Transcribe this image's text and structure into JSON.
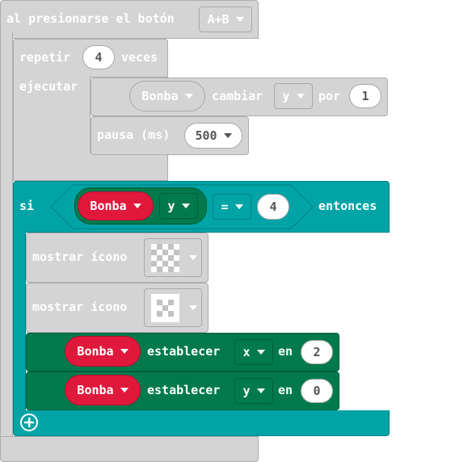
{
  "event": {
    "label": "al presionarse el botón",
    "button": "A+B"
  },
  "repeat": {
    "label": "repetir",
    "count": "4",
    "times": "veces",
    "do": "ejecutar"
  },
  "change_block": {
    "sprite": "Bonba",
    "action": "cambiar",
    "prop": "y",
    "by": "por",
    "value": "1"
  },
  "pause_block": {
    "label": "pausa (ms)",
    "value": "500"
  },
  "if_block": {
    "label": "si",
    "sprite": "Bonba",
    "prop": "y",
    "op": "=",
    "value": "4",
    "then": "entonces"
  },
  "icon1": {
    "label": "mostrar ícono",
    "pattern": [
      [
        1,
        0,
        1,
        0,
        1
      ],
      [
        0,
        1,
        0,
        1,
        0
      ],
      [
        1,
        0,
        1,
        0,
        1
      ],
      [
        0,
        1,
        0,
        1,
        0
      ],
      [
        1,
        0,
        1,
        0,
        1
      ]
    ]
  },
  "icon2": {
    "label": "mostrar ícono",
    "pattern": [
      [
        1,
        1,
        1,
        1,
        1
      ],
      [
        1,
        0,
        1,
        0,
        1
      ],
      [
        1,
        1,
        0,
        1,
        1
      ],
      [
        1,
        0,
        1,
        0,
        1
      ],
      [
        1,
        1,
        1,
        1,
        1
      ]
    ]
  },
  "set_x": {
    "sprite": "Bonba",
    "action": "establecer",
    "prop": "x",
    "en": "en",
    "value": "2"
  },
  "set_y": {
    "sprite": "Bonba",
    "action": "establecer",
    "prop": "y",
    "en": "en",
    "value": "0"
  },
  "colors": {
    "gray": "#d4d4d4",
    "teal": "#00a4a6",
    "green": "#007a4d",
    "red": "#e0183c"
  }
}
